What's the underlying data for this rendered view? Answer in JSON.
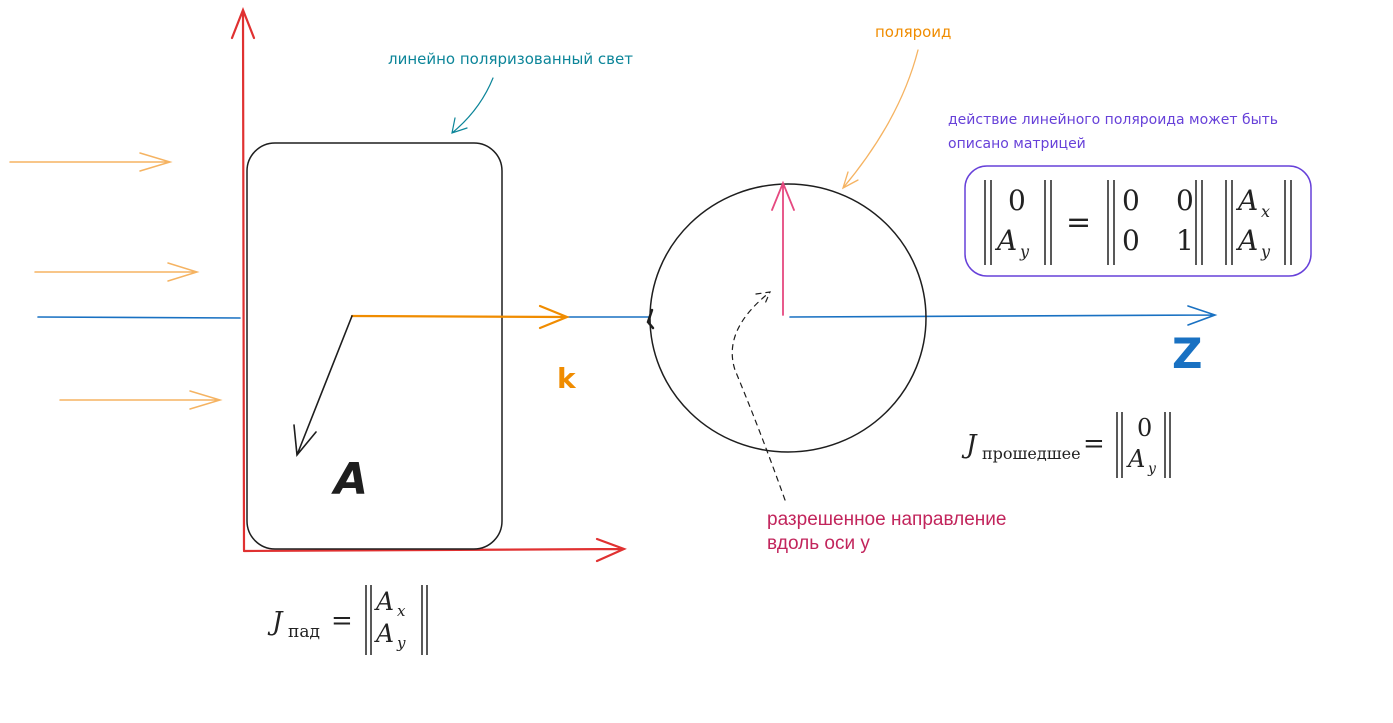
{
  "labels": {
    "polarized_light": "линейно поляризованный свет",
    "polaroid": "поляроид",
    "action_note": "действие линейного поляроида может быть описано матрицей",
    "k": "k",
    "z": "Z",
    "A": "A",
    "allowed_direction": "разрешенное направление вдоль оси y"
  },
  "equations": {
    "j_in": {
      "symbol": "J",
      "subscript": "пад",
      "equals": "=",
      "top": "A",
      "top_sub": "x",
      "bottom": "A",
      "bottom_sub": "y"
    },
    "j_out": {
      "symbol": "J",
      "subscript": "прошедшее",
      "equals": "=",
      "top": "0",
      "bottom": "A",
      "bottom_sub": "y"
    },
    "matrix": {
      "lhs_top": "0",
      "lhs_bottom": "A",
      "lhs_bottom_sub": "y",
      "equals": "=",
      "m11": "0",
      "m12": "0",
      "m21": "0",
      "m22": "1",
      "rhs_top": "A",
      "rhs_top_sub": "x",
      "rhs_bottom": "A",
      "rhs_bottom_sub": "y"
    }
  },
  "colors": {
    "red_axis": "#e03131",
    "orange": "#f08c00",
    "orange_light": "#f5b362",
    "blue": "#1971c2",
    "teal": "#0c8599",
    "purple": "#6741d9",
    "pink": "#c2255c",
    "pink_light": "#e64980",
    "black": "#1e1e1e"
  }
}
